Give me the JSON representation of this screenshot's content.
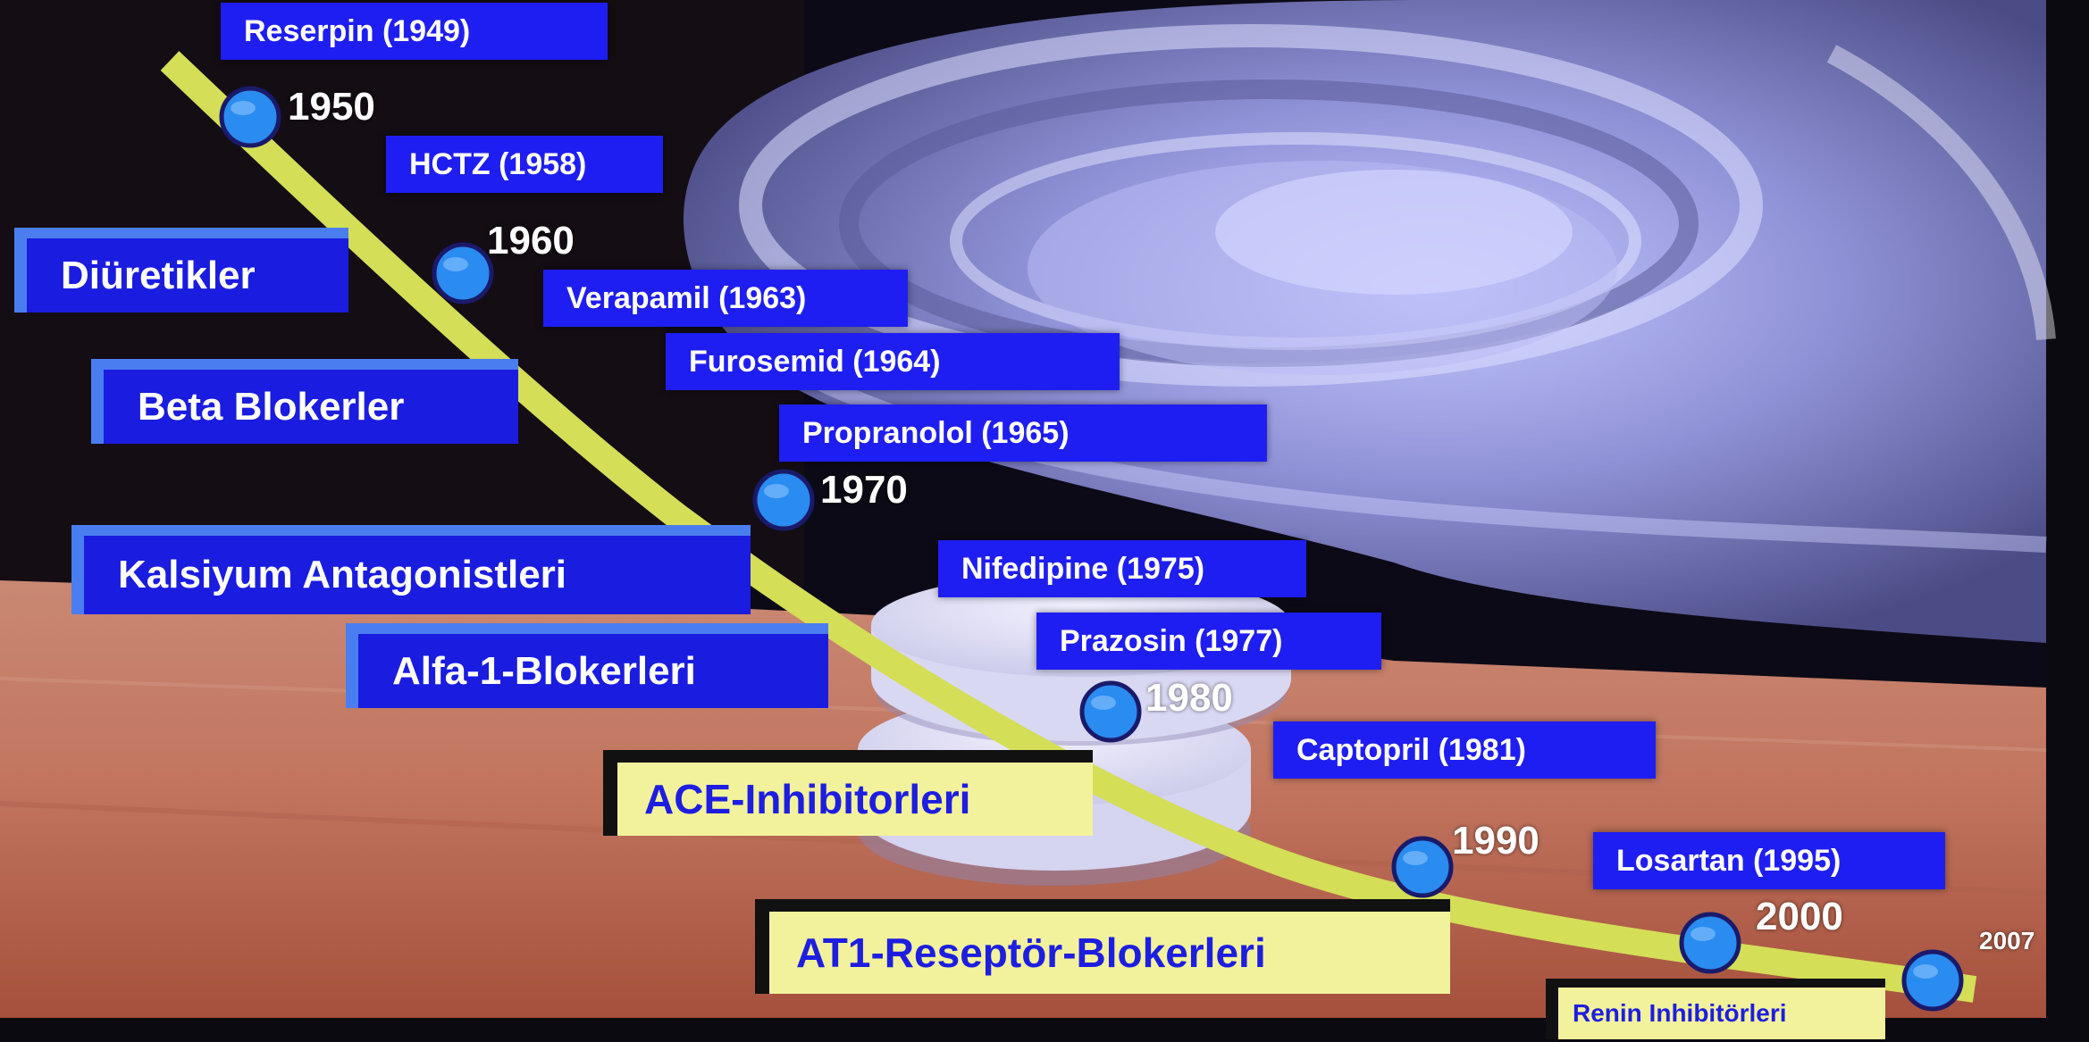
{
  "drugs": [
    {
      "label": "Reserpin (1949)"
    },
    {
      "label": "HCTZ (1958)"
    },
    {
      "label": "Verapamil (1963)"
    },
    {
      "label": "Furosemid (1964)"
    },
    {
      "label": "Propranolol (1965)"
    },
    {
      "label": "Nifedipine (1975)"
    },
    {
      "label": "Prazosin (1977)"
    },
    {
      "label": "Captopril (1981)"
    },
    {
      "label": "Losartan (1995)"
    }
  ],
  "classes": [
    {
      "label": "Diüretikler"
    },
    {
      "label": "Beta Blokerler"
    },
    {
      "label": "Kalsiyum Antagonistleri"
    },
    {
      "label": "Alfa-1-Blokerleri"
    },
    {
      "label": "ACE-Inhibitorleri"
    },
    {
      "label": "AT1-Reseptör-Blokerleri"
    },
    {
      "label": "Renin Inhibitörleri"
    }
  ],
  "years": [
    "1950",
    "1960",
    "1970",
    "1980",
    "1990",
    "2000",
    "2007"
  ],
  "colors": {
    "label_blue": "#1f1ef2",
    "timeline_yellow": "#d4de57",
    "node_blue": "#2a8bf0",
    "yellow_label_bg": "#f3f29c"
  }
}
